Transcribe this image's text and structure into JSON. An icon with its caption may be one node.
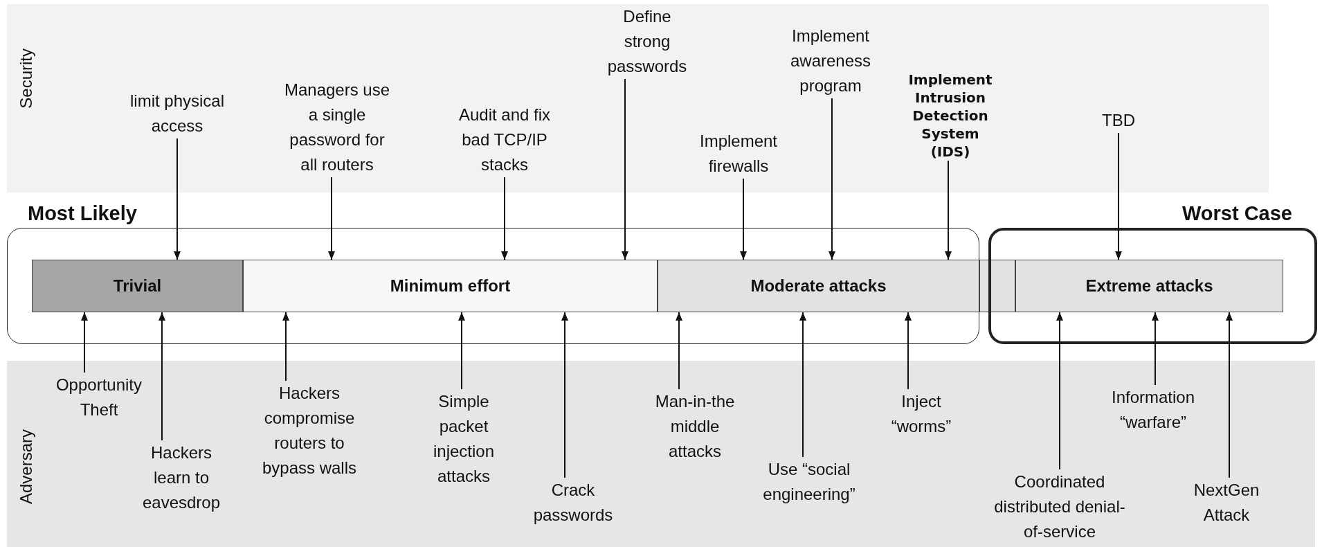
{
  "diagram": {
    "nodes": [
      {
        "text": [
          "Security"
        ]
      },
      {
        "text": [
          "Adversary"
        ]
      },
      {
        "text": [
          "limit physical access"
        ],
        "in": 0
      },
      {
        "text": [
          "Managers use a single password for all routers"
        ],
        "in": 0
      },
      {
        "text": [
          "Audit and fix bad TCP/IP stacks"
        ],
        "in": 0
      },
      {
        "text": [
          "Define strong passwords"
        ],
        "in": 0
      },
      {
        "text": [
          "Implement firewalls"
        ],
        "in": 0
      },
      {
        "text": [
          "Implement awareness program"
        ],
        "in": 0
      },
      {
        "text": [
          "Implement Intrusion Detection System (IDS)"
        ],
        "in": 0
      },
      {
        "text": [
          "TBD"
        ],
        "in": 0
      },
      {
        "text": [
          "Most Likely"
        ]
      },
      {
        "text": [
          "Trivial"
        ],
        "in": 10
      },
      {
        "text": [
          "Minimum effort"
        ],
        "in": 10
      },
      {
        "text": [
          "Moderate attacks"
        ],
        "in": 10
      },
      {
        "text": [],
        "shape": "box"
      },
      {
        "text": [
          "Worst Case"
        ]
      },
      {
        "text": [
          "Extreme attacks"
        ],
        "in": 15
      },
      {
        "text": [
          "Opportunity Theft"
        ],
        "in": 1
      },
      {
        "text": [
          "Hackers learn to eavesdrop"
        ],
        "in": 1
      },
      {
        "text": [
          "Hackers compromise routers to bypass walls"
        ],
        "in": 1
      },
      {
        "text": [
          "Simple packet injection attacks"
        ],
        "in": 1
      },
      {
        "text": [
          "Crack passwords"
        ],
        "in": 1
      },
      {
        "text": [
          "Man-in-the middle attacks"
        ],
        "in": 1
      },
      {
        "text": [
          "Use “social engineering”"
        ],
        "in": 1
      },
      {
        "text": [
          "Inject “worms”"
        ],
        "in": 1
      },
      {
        "text": [
          "Coordinated distributed denial-of-service"
        ],
        "in": 1
      },
      {
        "text": [
          "Information “warfare”"
        ],
        "in": 1
      },
      {
        "text": [
          "NextGen Attack"
        ],
        "in": 1
      }
    ],
    "edges": [
      {
        "from": 2,
        "to": 11,
        "arrow": "to"
      },
      {
        "from": 3,
        "to": 12,
        "arrow": "to"
      },
      {
        "from": 4,
        "to": 12,
        "arrow": "to"
      },
      {
        "from": 5,
        "to": 12,
        "arrow": "to"
      },
      {
        "from": 6,
        "to": 13,
        "arrow": "to"
      },
      {
        "from": 7,
        "to": 13,
        "arrow": "to"
      },
      {
        "from": 8,
        "to": 13,
        "arrow": "to"
      },
      {
        "from": 9,
        "to": 16,
        "arrow": "to"
      },
      {
        "from": 17,
        "to": 11,
        "arrow": "to"
      },
      {
        "from": 18,
        "to": 11,
        "arrow": "to"
      },
      {
        "from": 19,
        "to": 12,
        "arrow": "to"
      },
      {
        "from": 20,
        "to": 12,
        "arrow": "to"
      },
      {
        "from": 21,
        "to": 12,
        "arrow": "to"
      },
      {
        "from": 22,
        "to": 13,
        "arrow": "to"
      },
      {
        "from": 23,
        "to": 13,
        "arrow": "to"
      },
      {
        "from": 24,
        "to": 13,
        "arrow": "to"
      },
      {
        "from": 25,
        "to": 16,
        "arrow": "to"
      },
      {
        "from": 26,
        "to": 16,
        "arrow": "to"
      },
      {
        "from": 27,
        "to": 16,
        "arrow": "to"
      }
    ]
  }
}
